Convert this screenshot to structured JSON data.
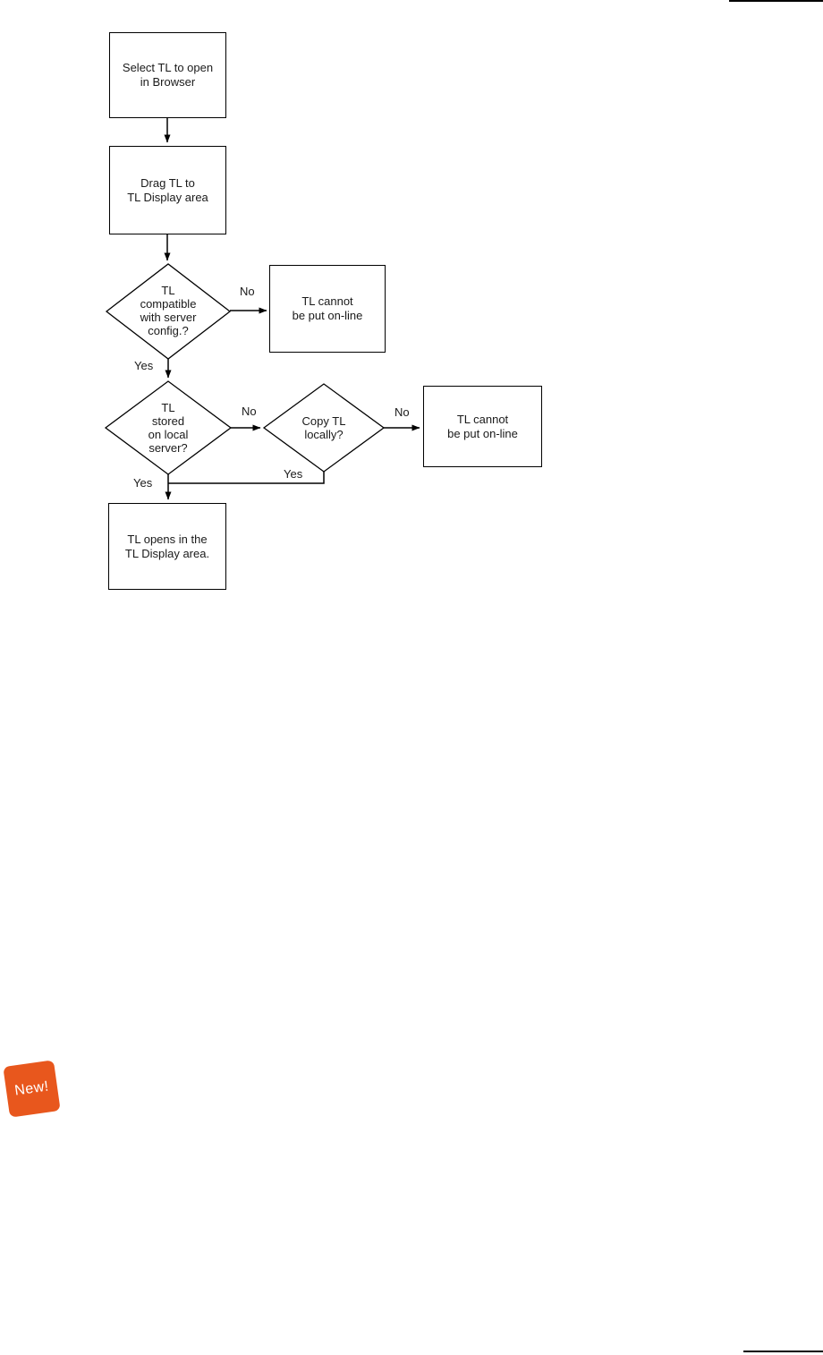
{
  "flowchart": {
    "nodes": {
      "select": {
        "label": "Select TL to open\nin Browser"
      },
      "drag": {
        "label": "Drag TL to\nTL Display area"
      },
      "compat": {
        "label": "TL\ncompatible\nwith server\nconfig.?"
      },
      "cannot1": {
        "label": "TL cannot\nbe put on-line"
      },
      "stored": {
        "label": "TL\nstored\non local\nserver?"
      },
      "copy": {
        "label": "Copy TL\nlocally?"
      },
      "cannot2": {
        "label": "TL cannot\nbe put on-line"
      },
      "opens": {
        "label": "TL opens in the\nTL Display area."
      }
    },
    "edge_labels": {
      "compat_no": "No",
      "compat_yes": "Yes",
      "stored_no": "No",
      "stored_yes": "Yes",
      "copy_no": "No",
      "copy_yes": "Yes"
    }
  },
  "badge": {
    "label": "New!",
    "color": "#e8571d"
  },
  "colors": {
    "line": "#000000",
    "node_fill": "#ffffff",
    "text": "#1a1a1a"
  }
}
